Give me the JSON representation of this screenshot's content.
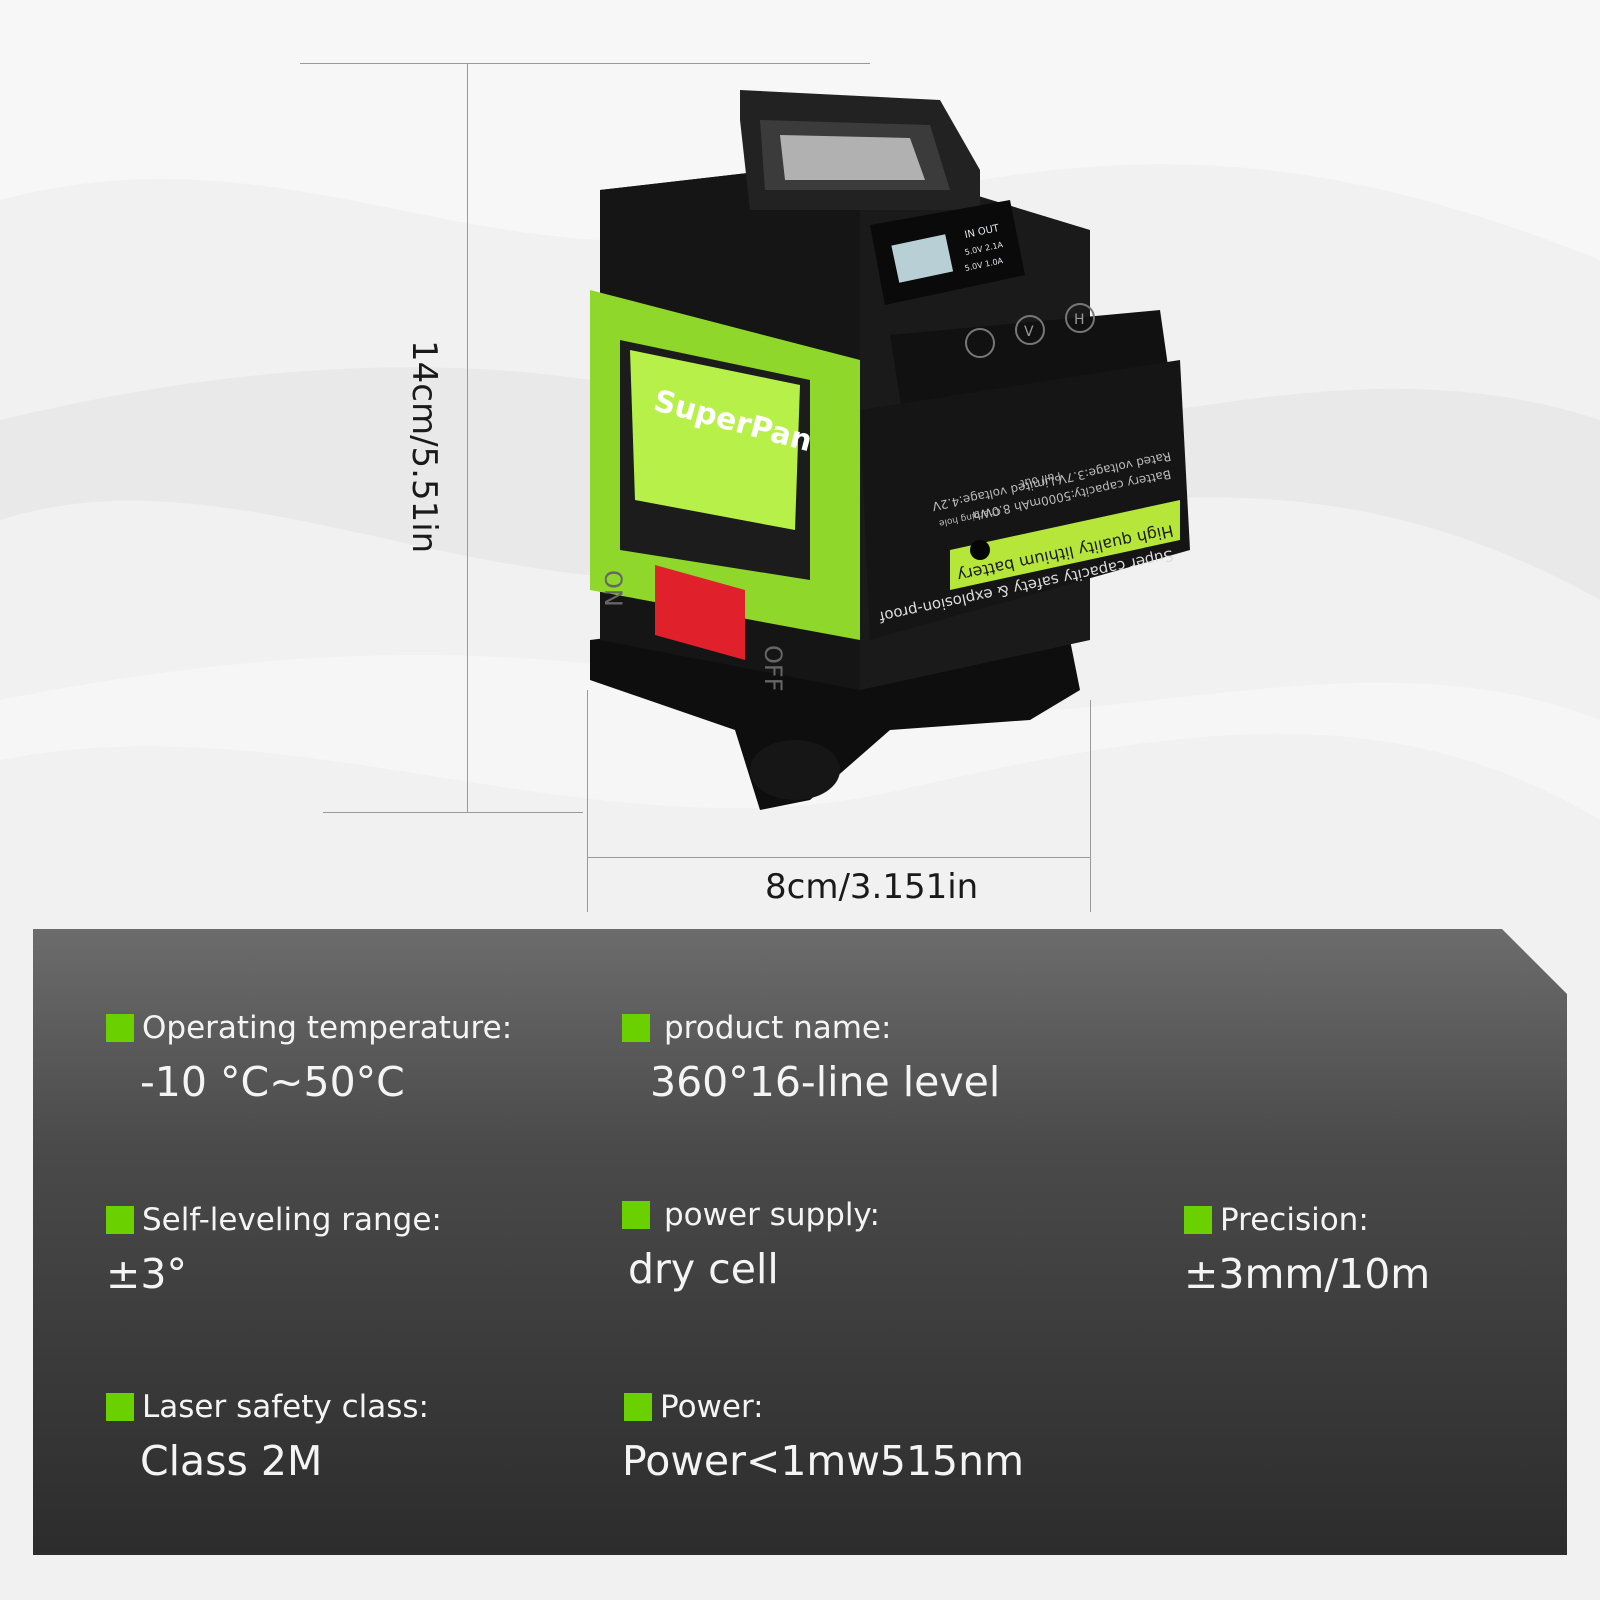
{
  "dimensions": {
    "height_label": "14cm/5.51in",
    "width_label": "8cm/3.151in"
  },
  "product": {
    "brand": "SuperPan",
    "switch_on": "ON",
    "switch_off": "OFF",
    "display_in_out": "IN OUT",
    "display_in": "5.0V 2.1A",
    "display_out": "5.0V 1.0A",
    "battery_line1": "Super capacity safety & explosion-proof",
    "battery_line2": "High quality lithium battery",
    "battery_line3": "Battery capacity:5000mAh 8.0Wh",
    "battery_line4": "Rated voltage:3.7V  Limited voltage:4.2V",
    "battery_line5": "Charging hole",
    "pull_out": "Pull out",
    "button_h": "H",
    "button_v": "V"
  },
  "colors": {
    "accent_green": "#6bd000",
    "device_green": "#9be32b",
    "switch_red": "#e0212b"
  },
  "specs": {
    "operating_temperature": {
      "label": "Operating temperature:",
      "value": "-10 °C~50°C"
    },
    "product_name": {
      "label": "product name:",
      "value": "360°16-line level"
    },
    "self_leveling_range": {
      "label": "Self-leveling range:",
      "value": "±3°"
    },
    "power_supply": {
      "label": "power supply:",
      "value": "dry cell"
    },
    "precision": {
      "label": "Precision:",
      "value": "±3mm/10m"
    },
    "laser_safety_class": {
      "label": "Laser safety class:",
      "value": "Class 2M"
    },
    "power": {
      "label": "Power:",
      "value": "Power<1mw515nm"
    }
  }
}
